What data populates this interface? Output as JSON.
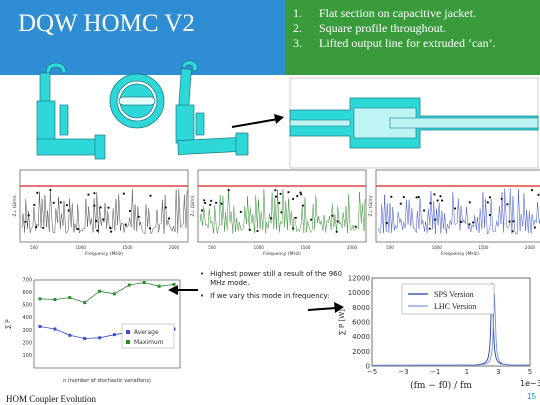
{
  "slide": {
    "title": "DQW HOMC V2",
    "notes": [
      {
        "num": "1.",
        "text": "Flat section on capacitive jacket."
      },
      {
        "num": "2.",
        "text": "Square profile throughout."
      },
      {
        "num": "3.",
        "text": "Lifted output line for extruded ‘can’."
      }
    ],
    "bullets": [
      "Highest power still a result of the 960 MHz mode.",
      "If we vary this mode in frequency:"
    ],
    "footer": "HOM Coupler Evolution",
    "page_number": "15"
  },
  "colors": {
    "title_bg": "#2e8dd3",
    "notes_bg": "#3a9b3d",
    "model_cyan": "#2fd8d8",
    "threshold_red": "#d81e1e",
    "series_gray": "#444444",
    "series_green": "#2f8a2f",
    "series_blue": "#3a4fd0"
  },
  "plots": {
    "impedance_1": {
      "ylabel": "Z⊥ (Ω/m)",
      "xlabel": "Frequency (MHz)",
      "ticks": [
        "500",
        "1000",
        "1500",
        "2000"
      ]
    },
    "impedance_2": {
      "ylabel": "Z⊥ (Ω/m)",
      "xlabel": "Frequency (MHz)",
      "ticks": [
        "500",
        "1000",
        "1500",
        "2000"
      ]
    },
    "impedance_3": {
      "ylabel": "Z⊥ (Ω/m)",
      "xlabel": "Frequency (MHz)",
      "ticks": [
        "500",
        "1000",
        "1500",
        "2000"
      ]
    }
  },
  "chart_data": [
    {
      "type": "line",
      "x": [
        1,
        2,
        3,
        4,
        5,
        6,
        7,
        8,
        9,
        10
      ],
      "series": [
        {
          "name": "Average",
          "values": [
            330,
            310,
            260,
            235,
            240,
            265,
            285,
            270,
            300,
            310
          ]
        },
        {
          "name": "Maximum",
          "values": [
            550,
            545,
            560,
            520,
            610,
            590,
            660,
            680,
            650,
            665
          ]
        }
      ],
      "xlabel": "n (number of stochastic variations)",
      "ylabel": "∑ P",
      "ylim": [
        0,
        700
      ],
      "yticks": [
        "100",
        "200",
        "300",
        "400",
        "500",
        "600",
        "700"
      ]
    },
    {
      "type": "line",
      "series": [
        {
          "name": "SPS Version",
          "peak": 11200
        },
        {
          "name": "LHC Version",
          "peak": 9800
        }
      ],
      "xlabel": "(fm − f0) / fm",
      "ylabel": "∑ P [W]",
      "xlim": [
        -5,
        5
      ],
      "ylim": [
        0,
        12000
      ],
      "yticks": [
        "0",
        "2000",
        "4000",
        "6000",
        "8000",
        "10000",
        "12000"
      ],
      "xticks": [
        "−5",
        "−3",
        "−1",
        "1",
        "3",
        "5"
      ],
      "x_multiplier": "1e−3"
    }
  ]
}
